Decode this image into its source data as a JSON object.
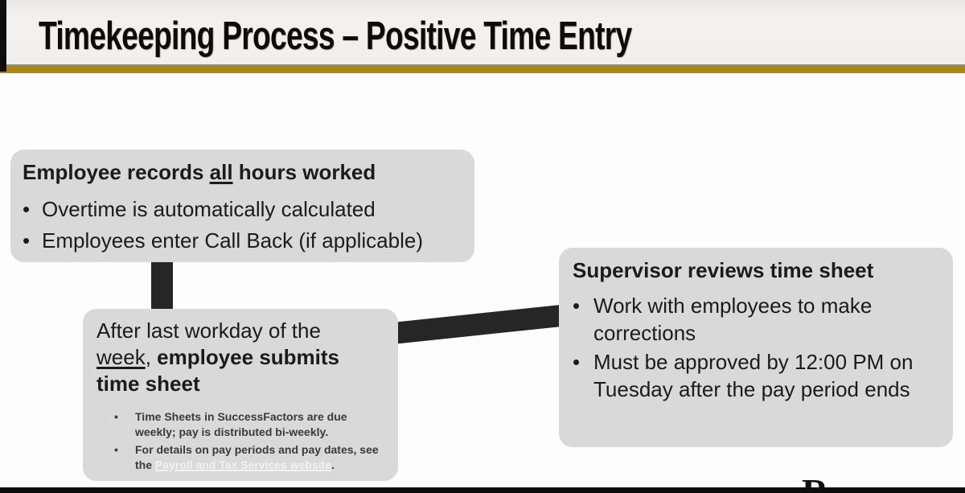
{
  "slide_title": "Timekeeping Process – Positive Time Entry",
  "colors": {
    "accent_gold": "#AB8614",
    "box_gray": "#D9D9D9",
    "connector_dark": "#262626",
    "link_light": "#F2F2F2",
    "text_dark": "#1B1B1B"
  },
  "bullet_marker": "•",
  "box_employee_records": {
    "heading_prefix": "Employee records ",
    "heading_underlined": "all",
    "heading_suffix": " hours worked",
    "bullets": [
      "Overtime is automatically calculated",
      "Employees enter Call Back (if applicable)"
    ]
  },
  "box_employee_submits": {
    "heading_regular": "After last workday of the ",
    "heading_underlined": "week",
    "heading_separator": ", ",
    "heading_bold": "employee submits time sheet",
    "sub_bullet_1": "Time Sheets in SuccessFactors are due weekly; pay is distributed bi-weekly.",
    "sub_bullet_2_prefix": "For details on pay periods and pay dates, see the ",
    "sub_bullet_2_link": "Payroll and Tax Services website",
    "sub_bullet_2_suffix": "."
  },
  "box_supervisor_reviews": {
    "heading": "Supervisor reviews time sheet",
    "bullets": [
      "Work with employees to make corrections",
      "Must be approved by 12:00 PM on Tuesday after the pay period ends"
    ]
  },
  "footer": {
    "partial_letter": "R"
  }
}
